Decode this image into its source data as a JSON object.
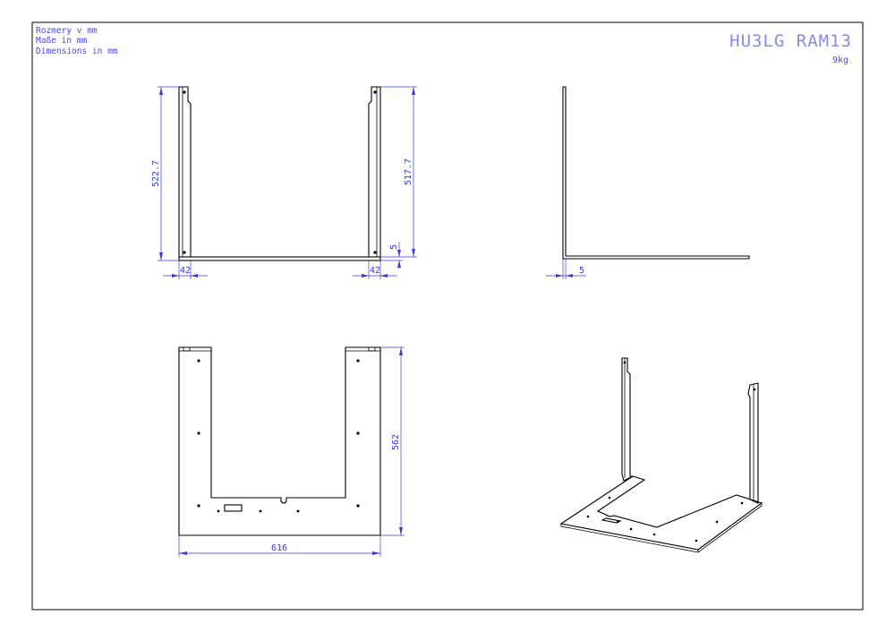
{
  "notes": {
    "line1": "Rozmery v mm",
    "line2": "Maße in mm",
    "line3": "Dimensions in mm"
  },
  "title": {
    "code": "HU3LG RAM13",
    "weight": "9kg"
  },
  "dimensions": {
    "left_height": "522.7",
    "right_height": "517.7",
    "base_thickness_front": "5",
    "left_flange_width": "42",
    "right_flange_width": "42",
    "side_thickness": "5",
    "plan_depth": "562",
    "plan_width": "616"
  },
  "colors": {
    "dimension": "#3a3ad8",
    "title": "#8a8ae6",
    "outline": "#000000"
  }
}
